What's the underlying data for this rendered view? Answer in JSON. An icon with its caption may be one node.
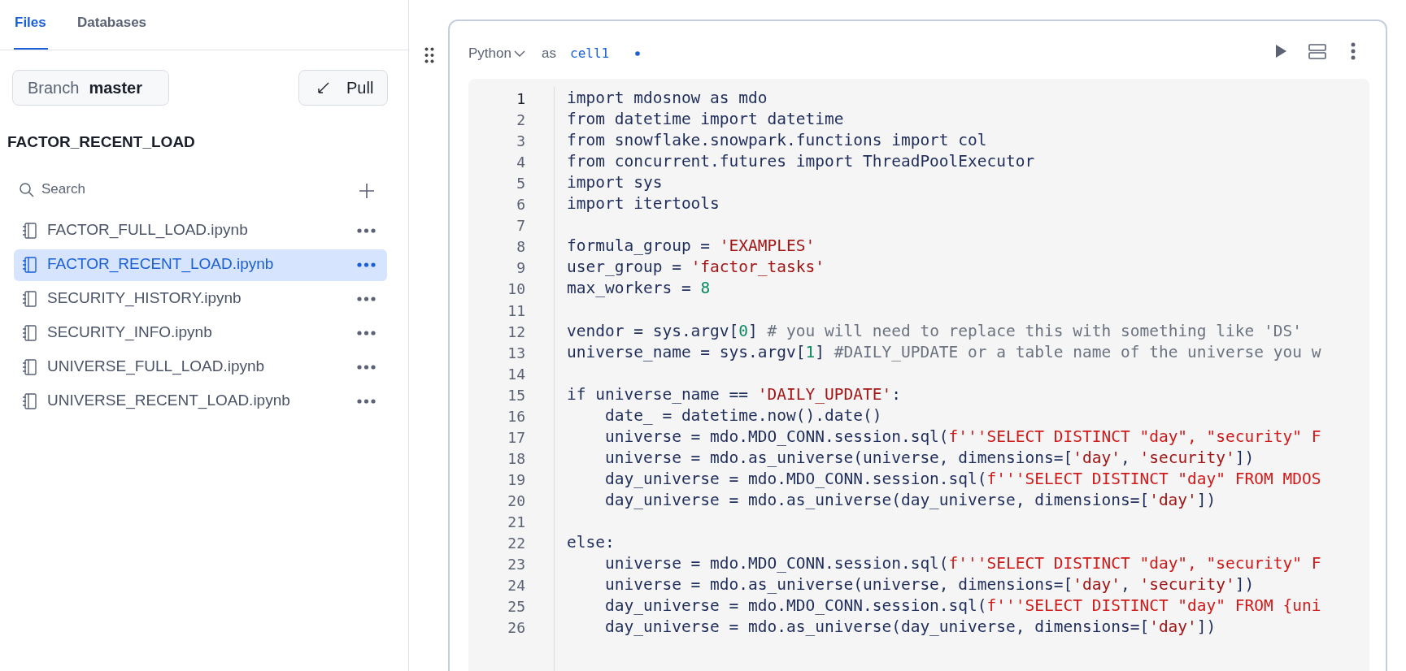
{
  "diagram": {
    "labels": [
      "Files",
      "Databases",
      "Branch",
      "master",
      "Pull",
      "FACTOR_RECENT_LOAD",
      "Search",
      "FACTOR_FULL_LOAD.ipynb",
      "FACTOR_RECENT_LOAD.ipynb",
      "SECURITY_HISTORY.ipynb",
      "SECURITY_INFO.ipynb",
      "UNIVERSE_FULL_LOAD.ipynb",
      "UNIVERSE_RECENT_LOAD.ipynb",
      "Python",
      "as",
      "cell1",
      "1",
      "import mdosnow as mdo",
      "2",
      "from datetime import datetime",
      "3",
      "from snowflake.snowpark.functions import col",
      "4",
      "from concurrent.futures import ThreadPoolExecutor",
      "5",
      "import sys",
      "6",
      "import itertools",
      "7",
      "8",
      "formula_group = 'EXAMPLES'",
      "9",
      "user_group = 'factor_tasks'",
      "10",
      "max_workers = 8",
      "11",
      "12",
      "vendor = sys.argv[0] # you will need to replace this with something like 'DS'",
      "13",
      "universe_name = sys.argv[1] #DAILY_UPDATE or a table name of the universe you w",
      "14",
      "15",
      "if universe_name == 'DAILY_UPDATE':",
      "16",
      "    date_ = datetime.now().date()",
      "17",
      "    universe = mdo.MDO_CONN.session.sql(f'''SELECT DISTINCT \"day\", \"security\" F",
      "18",
      "    universe = mdo.as_universe(universe, dimensions=['day', 'security'])",
      "19",
      "    day_universe = mdo.MDO_CONN.session.sql(f'''SELECT DISTINCT \"day\" FROM MDOS",
      "20",
      "    day_universe = mdo.as_universe(day_universe, dimensions=['day'])",
      "21",
      "22",
      "else:",
      "23",
      "    universe = mdo.MDO_CONN.session.sql(f'''SELECT DISTINCT \"day\", \"security\" F",
      "24",
      "    universe = mdo.as_universe(universe, dimensions=['day', 'security'])",
      "25",
      "    day_universe = mdo.MDO_CONN.session.sql(f'''SELECT DISTINCT \"day\" FROM {uni",
      "26",
      "    day_universe = mdo.as_universe(day_universe, dimensions=['day'])"
    ]
  }
}
